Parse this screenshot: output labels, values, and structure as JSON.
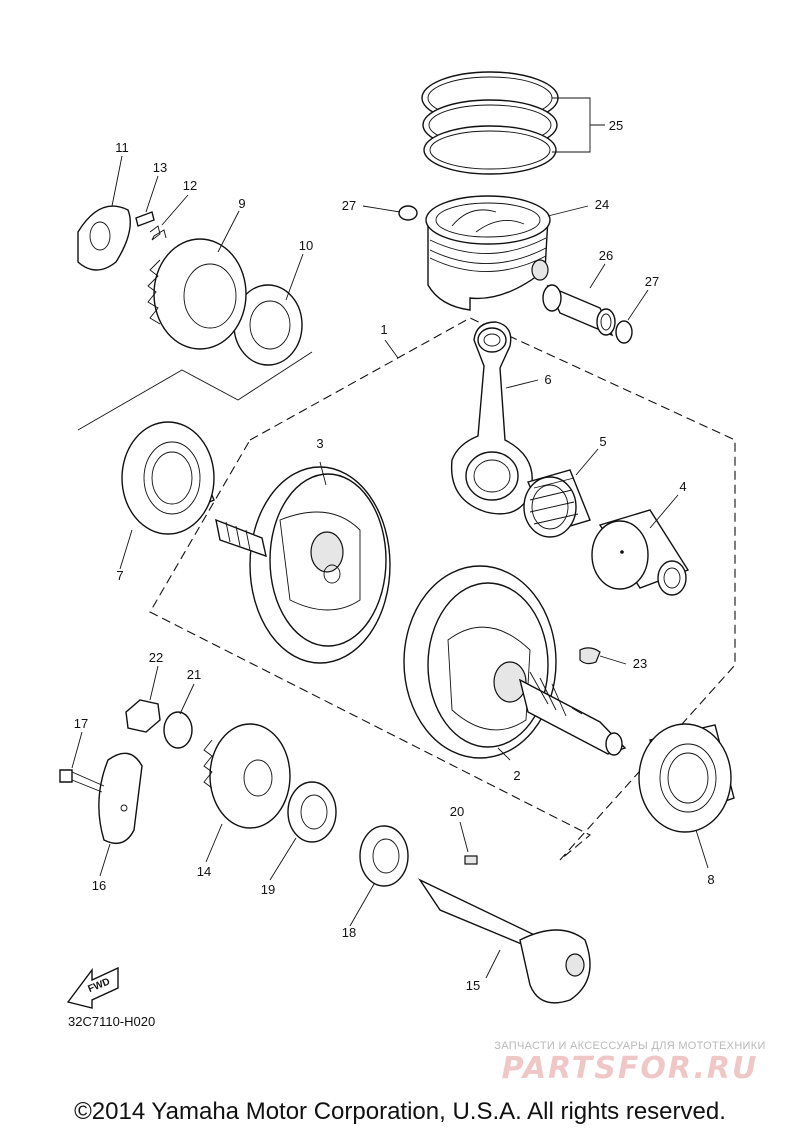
{
  "diagram": {
    "code": "32C7110-H020",
    "fwd_label": "FWD",
    "copyright": "©2014 Yamaha Motor Corporation, U.S.A. All rights reserved.",
    "watermark": {
      "tagline": "ЗАПЧАСТИ И АКСЕССУАРЫ ДЛЯ МОТОТЕХНИКИ",
      "brand": "PARTSFOR.RU"
    },
    "callouts": [
      "1",
      "2",
      "3",
      "4",
      "5",
      "6",
      "7",
      "8",
      "9",
      "10",
      "11",
      "12",
      "13",
      "14",
      "15",
      "16",
      "17",
      "18",
      "19",
      "20",
      "21",
      "22",
      "23",
      "24",
      "25",
      "26",
      "27",
      "27"
    ]
  }
}
